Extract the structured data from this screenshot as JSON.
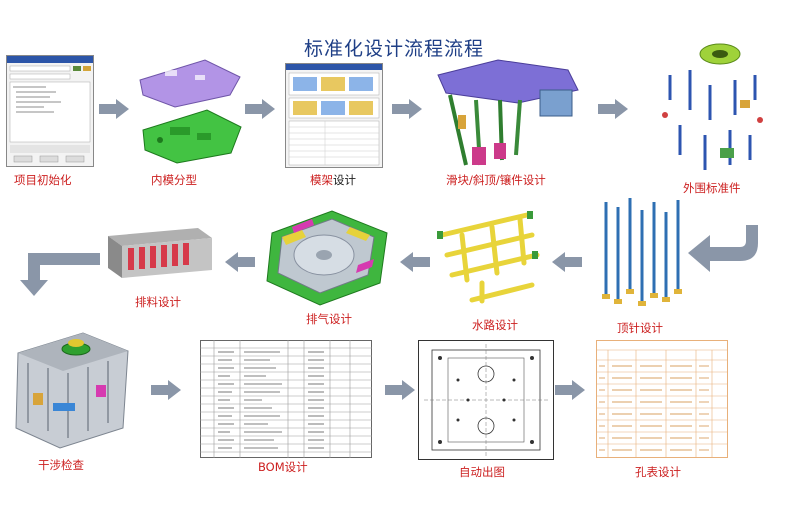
{
  "title": "标准化设计流程流程",
  "steps": [
    {
      "label": "项目初始化"
    },
    {
      "label": "内模分型"
    },
    {
      "label_red": "模架",
      "label_black": "设计"
    },
    {
      "label": "滑块/斜顶/镶件设计"
    },
    {
      "label": "外围标准件"
    },
    {
      "label": "顶针设计"
    },
    {
      "label": "水路设计"
    },
    {
      "label": "排气设计"
    },
    {
      "label": "排料设计"
    },
    {
      "label": "干涉检查"
    },
    {
      "label": "BOM设计"
    },
    {
      "label": "自动出图"
    },
    {
      "label": "孔表设计"
    }
  ],
  "colors": {
    "title": "#1f3f86",
    "label": "#cc1f1f",
    "arrow": "#8a96a8"
  }
}
